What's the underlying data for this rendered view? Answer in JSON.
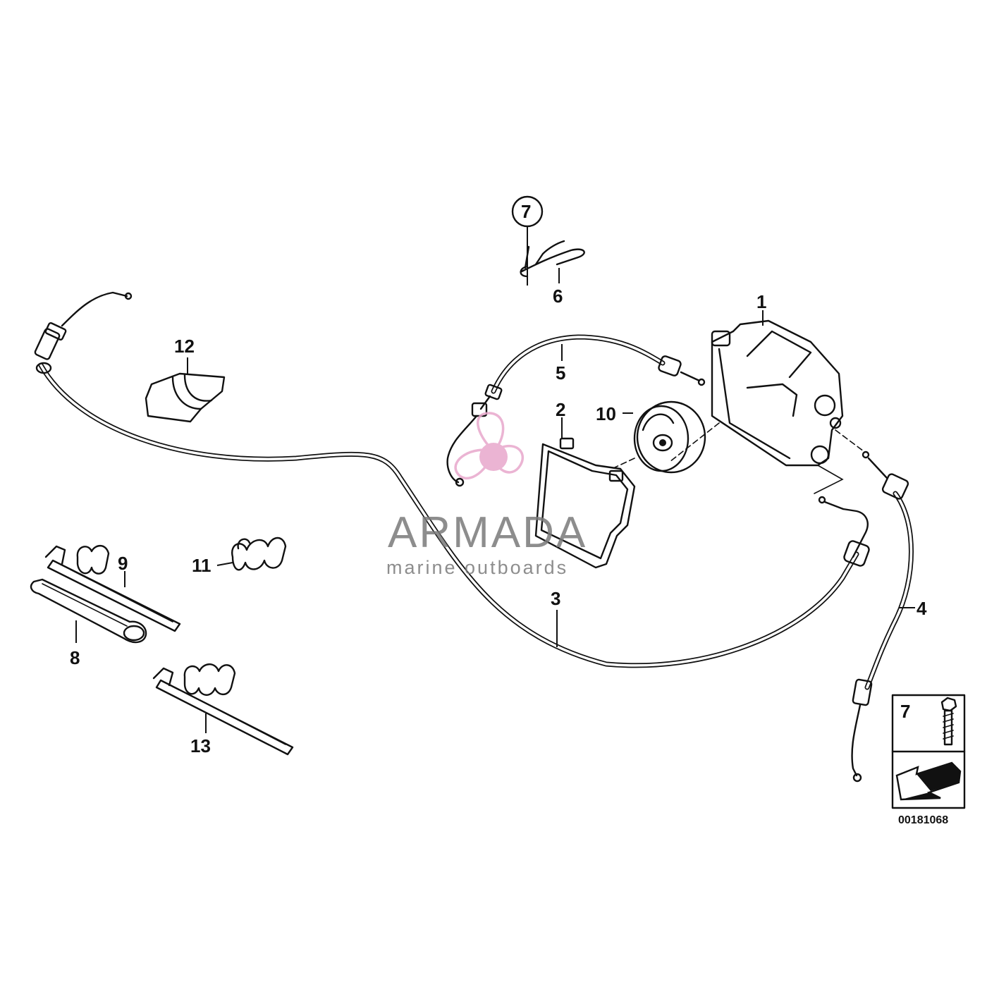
{
  "callouts": {
    "c1": "1",
    "c2": "2",
    "c3": "3",
    "c4": "4",
    "c5": "5",
    "c6": "6",
    "c7": "7",
    "c8": "8",
    "c9": "9",
    "c10": "10",
    "c11": "11",
    "c12": "12",
    "c13": "13"
  },
  "legend": {
    "item_number": "7"
  },
  "diagram_code": "00181068",
  "watermark": {
    "brand": "ARMADA",
    "tagline": "marine outboards",
    "color": "#e8a8cc"
  },
  "icons": [
    "propeller-logo-icon",
    "screw-icon",
    "orientation-arrow-icon"
  ]
}
